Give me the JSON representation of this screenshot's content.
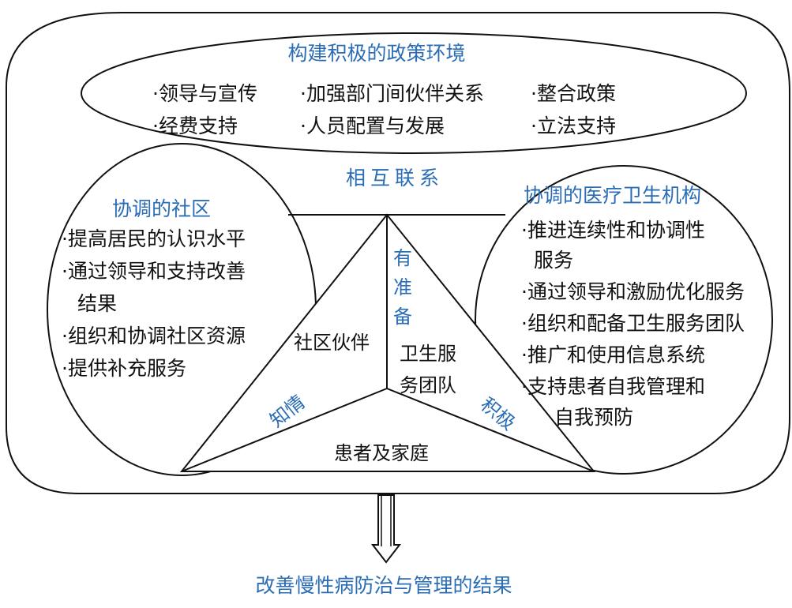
{
  "policy": {
    "title": "构建积极的政策环境",
    "items": [
      "·领导与宣传",
      "·加强部门间伙伴关系",
      "·整合政策",
      "·经费支持",
      "·人员配置与发展",
      "·立法支持"
    ]
  },
  "interconnect_label": "相互联系",
  "community": {
    "title": "协调的社区",
    "items": [
      "·提高居民的认识水平",
      "·通过领导和支持改善",
      "结果",
      "·组织和协调社区资源",
      "·提供补充服务"
    ]
  },
  "health_org": {
    "title": "协调的医疗卫生机构",
    "items": [
      "·推进连续性和协调性",
      "服务",
      "·通过领导和激励优化服务",
      "·组织和配备卫生服务团队",
      "·推广和使用信息系统",
      "·支持患者自我管理和",
      "自我预防"
    ]
  },
  "triangle": {
    "community_partner": "社区伙伴",
    "health_team_line1": "卫生服",
    "health_team_line2": "务团队",
    "patient_family": "患者及家庭",
    "prepared": [
      "有",
      "准",
      "备"
    ],
    "informed": "知情",
    "active": "积极"
  },
  "outcome": "改善慢性病防治与管理的结果",
  "colors": {
    "accent": "#2a6db5",
    "text": "#111111",
    "line": "#111111"
  }
}
